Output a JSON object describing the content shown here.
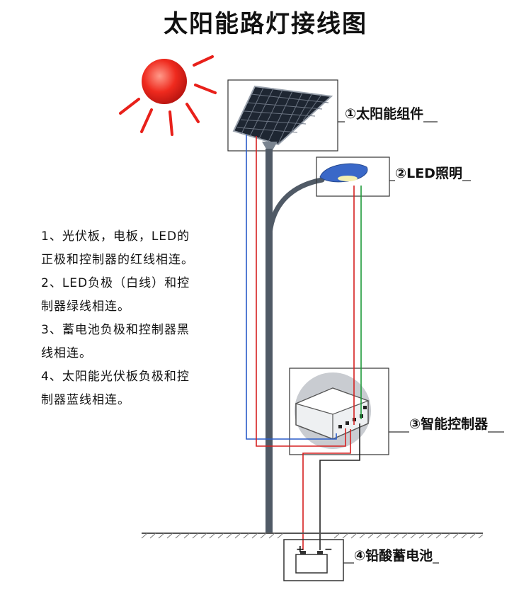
{
  "title": "太阳能路灯接线图",
  "components": {
    "solar_panel": "①太阳能组件",
    "led_light": "②LED照明",
    "controller": "③智能控制器",
    "battery": "④铅酸蓄电池"
  },
  "notes": [
    "1、光伏板，电板，LED的",
    "正极和控制器的红线相连。",
    "2、LED负极（白线）和控",
    "制器绿线相连。",
    "3、蓄电池负极和控制器黑",
    "线相连。",
    "4、太阳能光伏板负极和控",
    "制器蓝线相连。"
  ],
  "battery_terminals": {
    "positive": "+",
    "negative": "−"
  },
  "colors": {
    "sun": "#e8201a",
    "wire_red": "#d62020",
    "wire_blue": "#2a5cc8",
    "wire_green": "#1e9a3a",
    "wire_black": "#222222",
    "pole": "#505a66",
    "panel": "#1e2632"
  }
}
